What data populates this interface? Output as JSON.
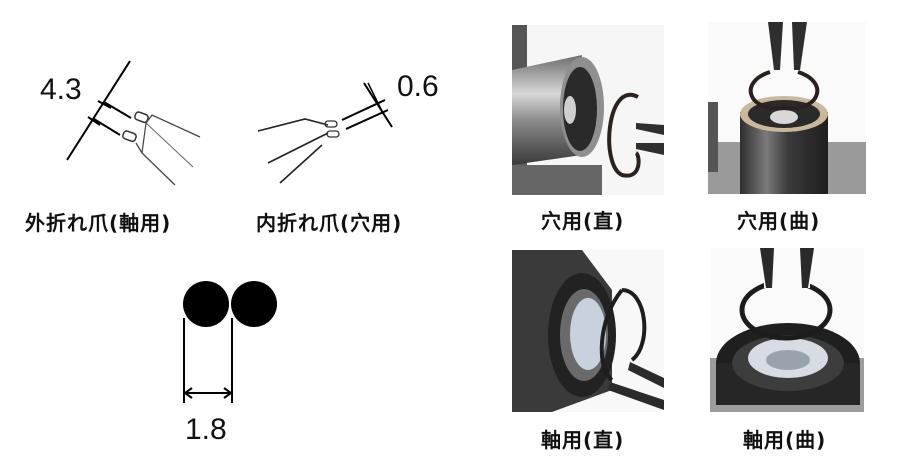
{
  "diagrams": {
    "outer_claw": {
      "dimension": "4.3",
      "caption": "外折れ爪(軸用)"
    },
    "inner_claw": {
      "dimension": "0.6",
      "caption": "内折れ爪(穴用)"
    },
    "tip_diameter": {
      "dimension": "1.8"
    }
  },
  "photos": [
    {
      "caption": "穴用(直)",
      "type": "hole",
      "tip": "straight"
    },
    {
      "caption": "穴用(曲)",
      "type": "hole",
      "tip": "bent"
    },
    {
      "caption": "軸用(直)",
      "type": "shaft",
      "tip": "straight"
    },
    {
      "caption": "軸用(曲)",
      "type": "shaft",
      "tip": "bent"
    }
  ]
}
